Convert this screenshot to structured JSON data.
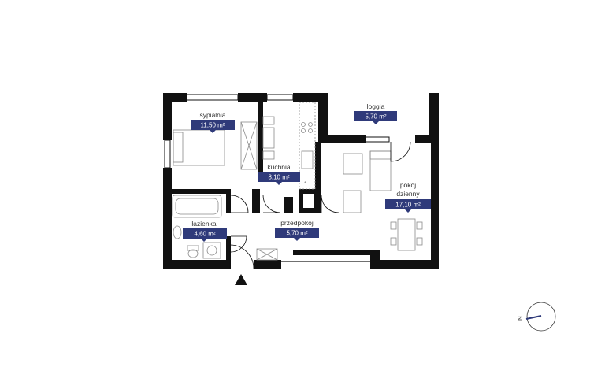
{
  "rooms": {
    "sypialnia": {
      "name": "sypialnia",
      "area": "11,50 m²"
    },
    "loggia": {
      "name": "loggia",
      "area": "5,70 m²"
    },
    "kuchnia": {
      "name": "kuchnia",
      "area": "8,10 m²"
    },
    "pokoj": {
      "name_line1": "pokój",
      "name_line2": "dzienny",
      "area": "17,10 m²"
    },
    "lazienka": {
      "name": "łazienka",
      "area": "4,60 m²"
    },
    "przedpokoj": {
      "name": "przedpokój",
      "area": "5,70 m²"
    }
  },
  "compass": {
    "letter": "N"
  },
  "colors": {
    "wall": "#111111",
    "label_bg": "#2f3a7a",
    "furniture": "#8a8a8a",
    "compass_needle": "#2f3a7a"
  }
}
